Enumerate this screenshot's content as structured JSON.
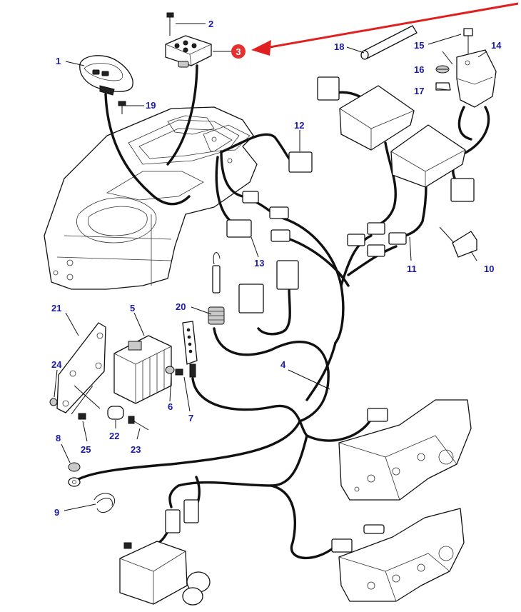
{
  "diagram": {
    "callouts": [
      "1",
      "2",
      "3",
      "4",
      "5",
      "6",
      "7",
      "8",
      "9",
      "10",
      "11",
      "12",
      "13",
      "14",
      "15",
      "16",
      "17",
      "18",
      "19",
      "20",
      "21",
      "22",
      "23",
      "24",
      "25"
    ],
    "highlight": {
      "label": "3",
      "color": "#e53030",
      "arrow_color": "#e02020"
    },
    "colors": {
      "callout_text": "#1a1aa8",
      "line": "#111111"
    }
  }
}
